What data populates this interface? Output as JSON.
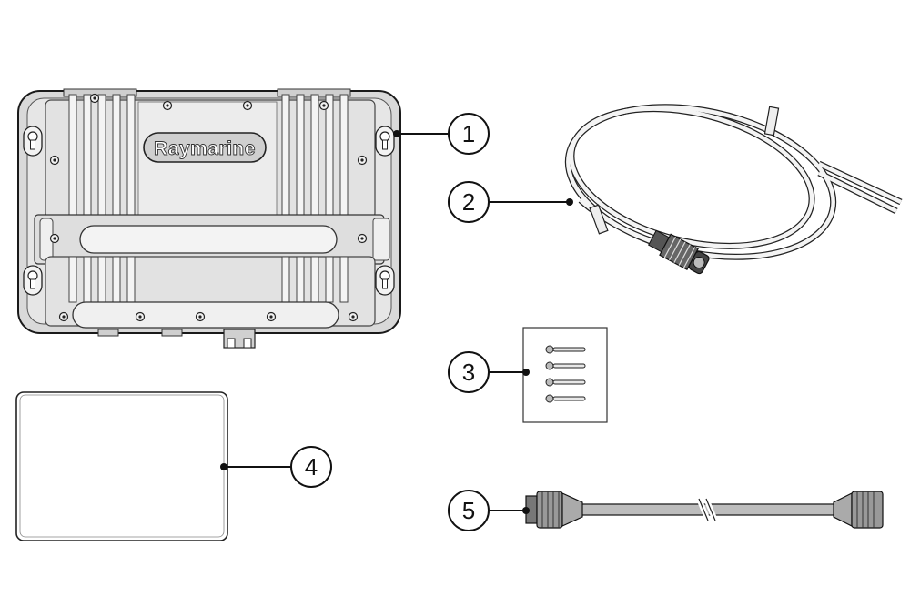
{
  "brand_text": "Raymarine",
  "callouts": [
    {
      "number": "1",
      "item": "unit"
    },
    {
      "number": "2",
      "item": "power-cable"
    },
    {
      "number": "3",
      "item": "screws"
    },
    {
      "number": "4",
      "item": "gasket"
    },
    {
      "number": "5",
      "item": "network-cable"
    }
  ]
}
